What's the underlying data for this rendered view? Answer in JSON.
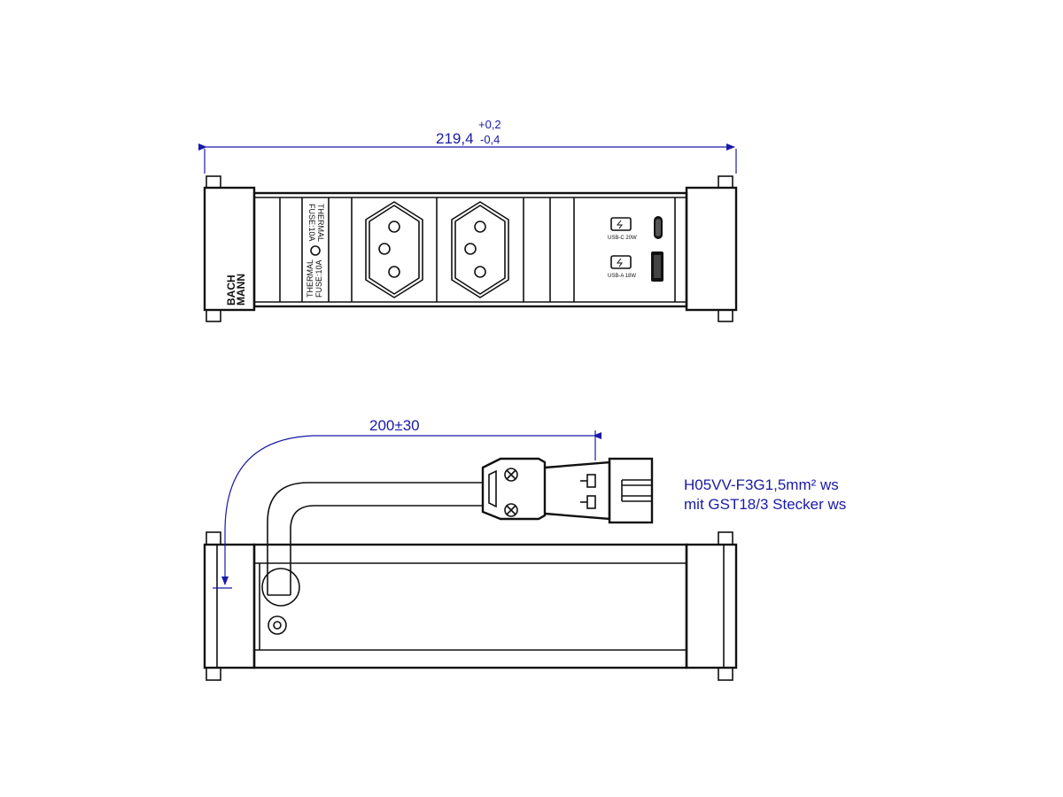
{
  "top_view": {
    "dimension": {
      "nominal": "219,4",
      "tol_upper": "+0,2",
      "tol_lower": "-0,4"
    },
    "brand": {
      "line1": "BACH",
      "line2": "MANN"
    },
    "fuse_left": {
      "line1": "THERMAL",
      "line2": "FUSE:10A"
    },
    "fuse_right": {
      "line1": "THERMAL",
      "line2": "FUSE:10A"
    },
    "usb_c_label": "USB-C 20W",
    "usb_a_label": "USB-A 18W"
  },
  "side_view": {
    "cable_length": "200±30",
    "cable_spec": {
      "line1": "H05VV-F3G1,5mm² ws",
      "line2": "mit GST18/3  Stecker ws"
    }
  }
}
